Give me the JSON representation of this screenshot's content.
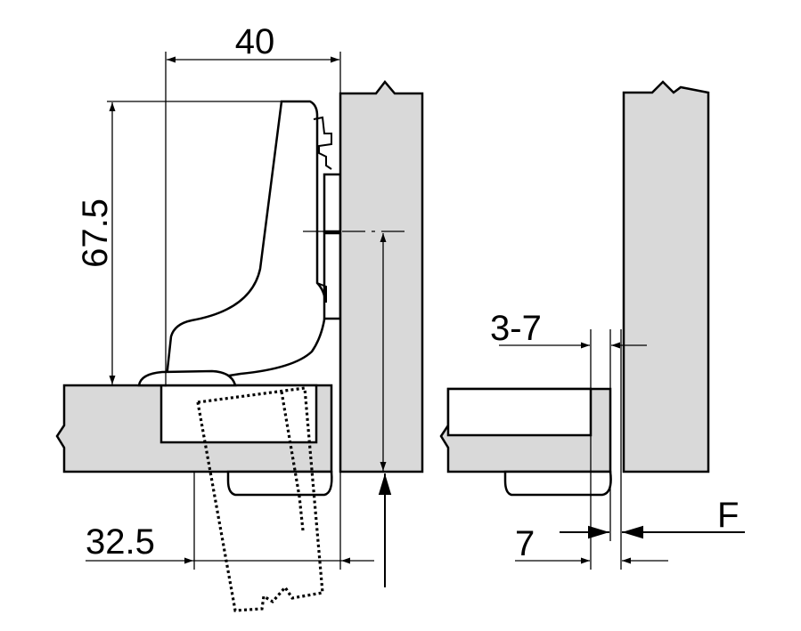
{
  "diagram": {
    "colors": {
      "panel_fill": "#d9d9d9",
      "line": "#000000",
      "background": "#ffffff"
    },
    "dimensions": {
      "width_top": "40",
      "height_left": "67.5",
      "bottom_left": "32.5",
      "gap_range": "3-7",
      "offset_bottom": "7",
      "force_label": "F"
    }
  }
}
